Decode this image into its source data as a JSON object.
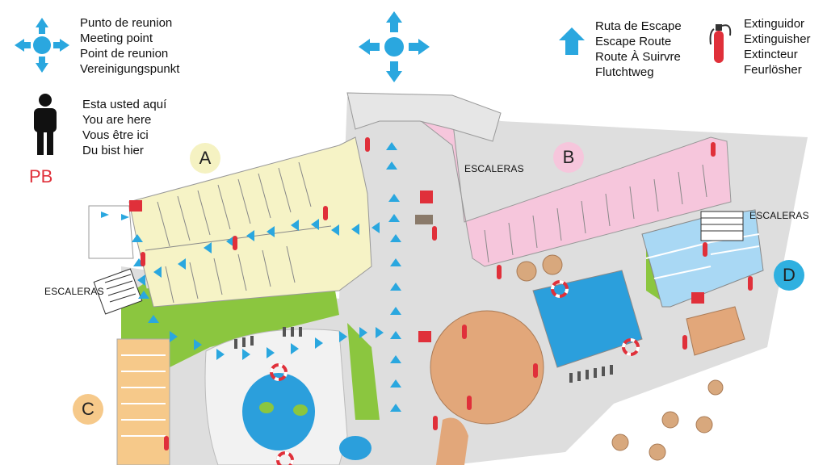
{
  "legend": {
    "meeting_point": [
      "Punto de reunion",
      "Meeting point",
      "Point de reunion",
      "Vereinigungspunkt"
    ],
    "you_are_here": [
      "Esta usted aquí",
      "You are here",
      "Vous être ici",
      "Du bist hier"
    ],
    "escape_route": [
      "Ruta de Escape",
      "Escape Route",
      "Route À Suirvre",
      "Flutchtweg"
    ],
    "extinguisher": [
      "Extinguidor",
      "Extinguisher",
      "Extincteur",
      "Feurlösher"
    ]
  },
  "floor_label": "PB",
  "zones": {
    "a": "A",
    "b": "B",
    "c": "C",
    "d": "D"
  },
  "stairs": {
    "top": "ESCALERAS",
    "right": "ESCALERAS",
    "left": "ESCALERAS"
  },
  "colors": {
    "blue": "#2aa7df",
    "zone_a": "#f5f2c2",
    "zone_b": "#f6c6dc",
    "zone_c": "#f6c98a",
    "zone_d": "#2fb0e0",
    "green": "#8bc63f",
    "plaza": "#dcdcdc",
    "pool": "#2b9fdc",
    "wood": "#e2a77a",
    "red": "#e0303a"
  }
}
